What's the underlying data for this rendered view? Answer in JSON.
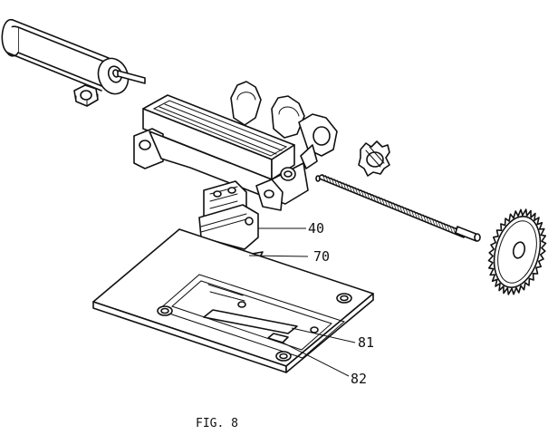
{
  "figure": {
    "caption": "FIG. 8",
    "labels": {
      "part_40": "40",
      "part_70": "70",
      "part_81": "81",
      "part_82": "82"
    }
  }
}
